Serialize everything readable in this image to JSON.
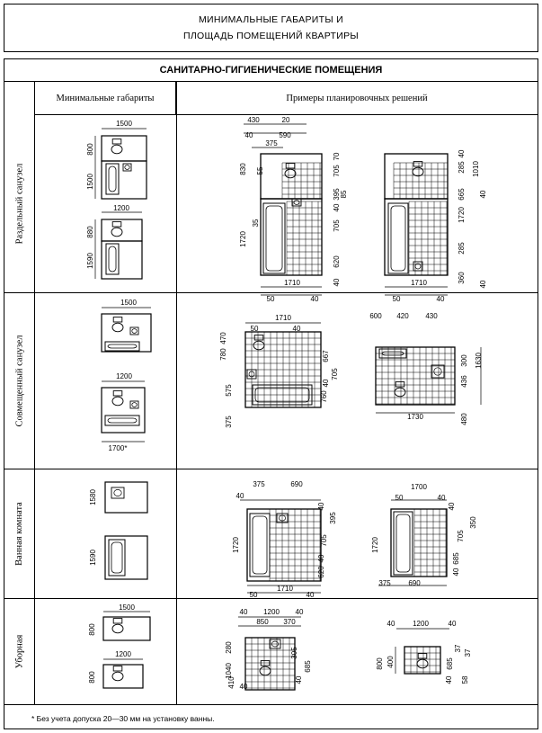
{
  "doc": {
    "title_line1": "МИНИМАЛЬНЫЕ ГАБАРИТЫ И",
    "title_line2": "ПЛОЩАДЬ ПОМЕЩЕНИЙ КВАРТИРЫ",
    "section_title": "САНИТАРНО-ГИГИЕНИЧЕСКИЕ ПОМЕЩЕНИЯ",
    "col_min": "Минимальные габариты",
    "col_examples": "Примеры планировочных решений",
    "footnote": "* Без учета допуска 20—30 мм на установку ванны."
  },
  "rows": [
    {
      "label": "Раздельный санузел",
      "min_dims": [
        "1500",
        "800",
        "1500",
        "1200",
        "880",
        "1590"
      ],
      "ex1_dims": [
        "430",
        "20",
        "40",
        "590",
        "375",
        "830",
        "55",
        "35",
        "1720",
        "70",
        "705",
        "395",
        "40",
        "85",
        "705",
        "620",
        "40",
        "1710",
        "50",
        "40"
      ],
      "ex2_dims": [
        "40",
        "285",
        "1010",
        "665",
        "1720",
        "40",
        "285",
        "360",
        "40",
        "1710",
        "50",
        "40"
      ]
    },
    {
      "label": "Совмещенный санузел",
      "min_dims": [
        "1500",
        "1200",
        "1700*"
      ],
      "ex1_dims": [
        "1710",
        "470",
        "50",
        "40",
        "780",
        "667",
        "575",
        "705",
        "40",
        "760",
        "375"
      ],
      "ex2_dims": [
        "600",
        "420",
        "430",
        "300",
        "1630",
        "436",
        "480",
        "1730"
      ]
    },
    {
      "label": "Ванная комната",
      "min_dims": [
        "1580",
        "1590"
      ],
      "ex1_dims": [
        "375",
        "690",
        "40",
        "40",
        "395",
        "1720",
        "705",
        "40",
        "620",
        "1710",
        "50",
        "40"
      ],
      "ex2_dims": [
        "1700",
        "50",
        "40",
        "40",
        "705",
        "350",
        "1720",
        "685",
        "40",
        "375",
        "690"
      ]
    },
    {
      "label": "Уборная",
      "min_dims": [
        "1500",
        "800",
        "1200",
        "800"
      ],
      "ex1_dims": [
        "40",
        "1200",
        "40",
        "850",
        "370",
        "280",
        "305",
        "1040",
        "685",
        "40",
        "410",
        "40"
      ],
      "ex2_dims": [
        "40",
        "1200",
        "40",
        "800",
        "400",
        "685",
        "37",
        "40",
        "58",
        "37"
      ]
    }
  ]
}
